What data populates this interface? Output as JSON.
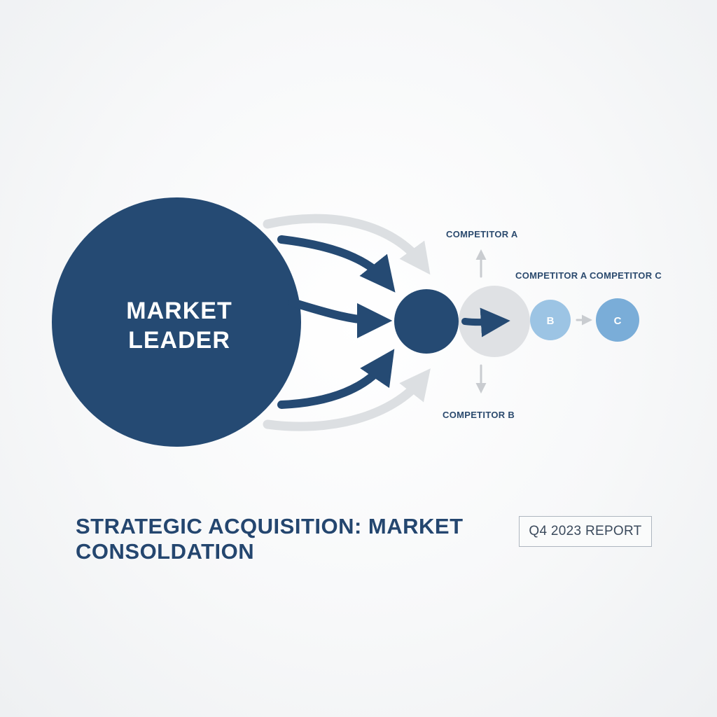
{
  "diagram": {
    "leader": {
      "line1": "MARKET",
      "line2": "LEADER"
    },
    "nodes": {
      "b_label": "B",
      "c_label": "C"
    },
    "labels": {
      "competitor_a": "COMPETITOR A",
      "competitor_a_c": "COMPETITOR A COMPETITOR C",
      "competitor_b": "COMPETITOR B"
    },
    "colors": {
      "navy": "#254a73",
      "gray_arrow": "#dcdfe2",
      "light_gray_circle": "#dfe1e4",
      "light_blue": "#7aadd8",
      "label_text": "#2b4a6e"
    }
  },
  "footer": {
    "title_line1": "STRATEGIC ACQUISITION: MARKET",
    "title_line2": "CONSOLDATION",
    "report_badge": "Q4 2023 REPORT"
  }
}
